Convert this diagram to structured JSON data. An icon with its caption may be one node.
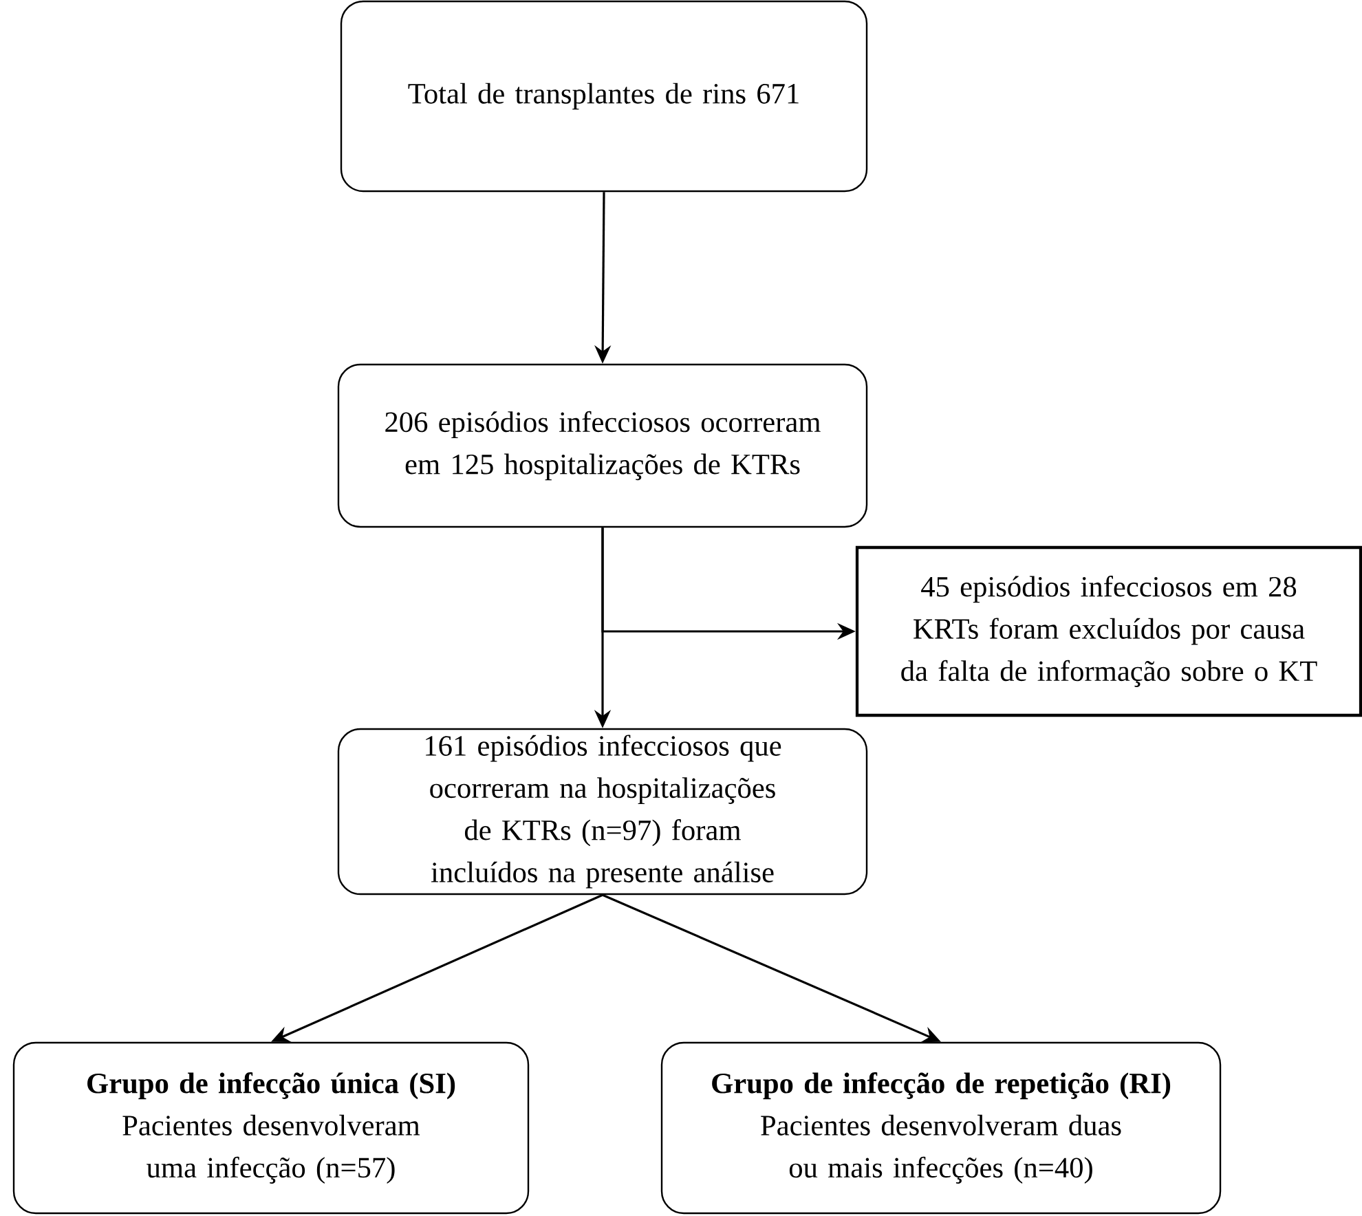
{
  "diagram": {
    "nodes": [
      {
        "text": [
          "Total de transplantes de rins 671"
        ]
      },
      {
        "text": [
          "206 episódios infecciosos ocorreram em 125 hospitalizações de KTRs"
        ]
      },
      {
        "text": [
          "45 episódios infecciosos em 28 KRTs foram excluídos por causa da falta de informação sobre o KT"
        ]
      },
      {
        "text": [
          "161 episódios infecciosos que ocorreram na hospitalizações de KTRs (n=97) foram incluídos na presente análise"
        ]
      },
      {
        "text": [
          "Grupo de infecção única (SI)",
          "Pacientes desenvolveram uma infecção (n=57)"
        ]
      },
      {
        "text": [
          "Grupo de infecção de repetição (RI)",
          "Pacientes desenvolveram duas ou mais infecções (n=40)"
        ]
      }
    ],
    "edges": [
      {
        "from": 0,
        "to": 1,
        "arrow": "to"
      },
      {
        "from": 1,
        "to": 3,
        "arrow": "to"
      },
      {
        "from": 1,
        "to": 2,
        "arrow": "to"
      },
      {
        "from": 3,
        "to": 4,
        "arrow": "to"
      },
      {
        "from": 3,
        "to": 5,
        "arrow": "to"
      }
    ]
  }
}
